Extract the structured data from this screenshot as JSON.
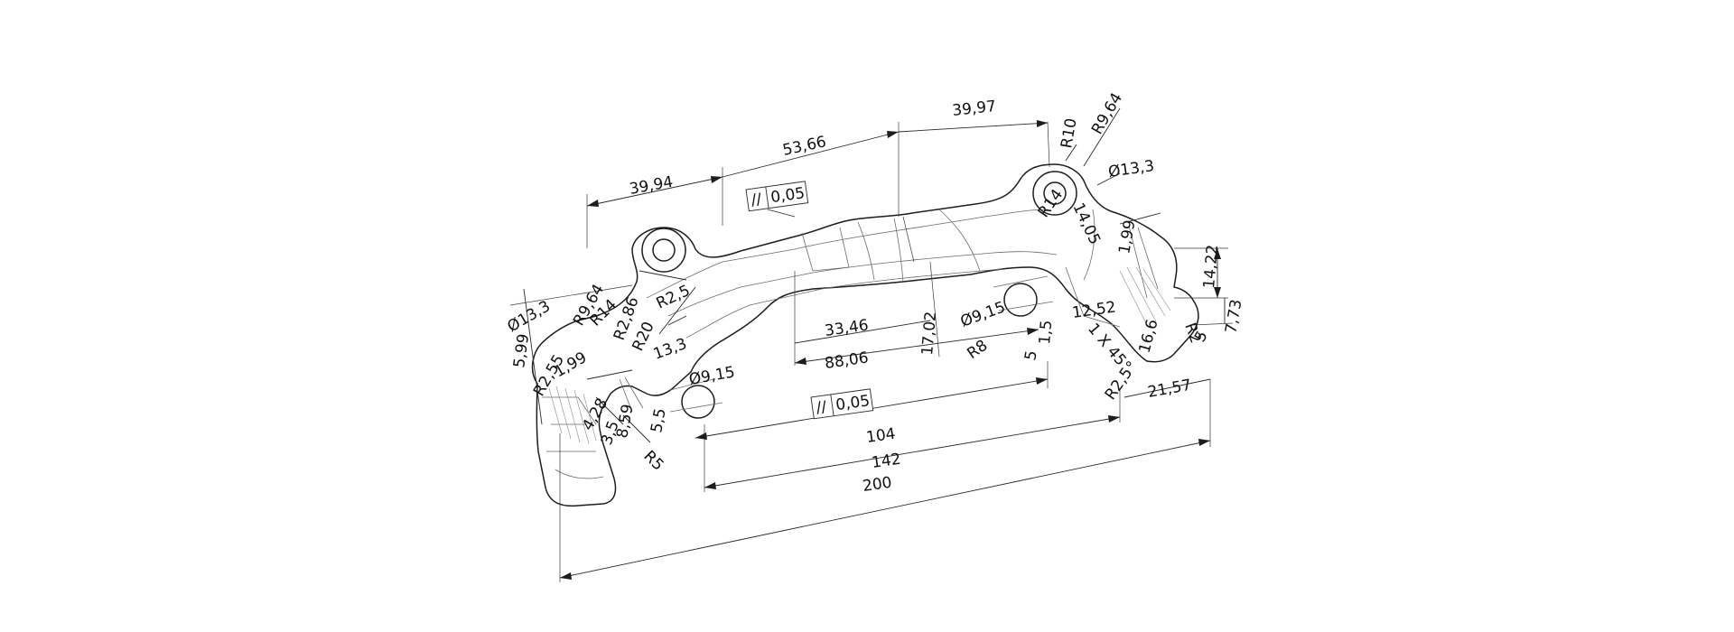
{
  "drawing": {
    "colors": {
      "line": "#1c1c1c",
      "background": "#ffffff"
    },
    "tolerances": [
      {
        "symbol": "//",
        "value": "0,05"
      },
      {
        "symbol": "//",
        "value": "0,05"
      }
    ],
    "dimensions": {
      "d_39_94": "39,94",
      "d_53_66": "53,66",
      "d_39_97": "39,97",
      "d_r10": "R10",
      "d_r9_64": "R9,64",
      "d_dia13_3_right": "Ø13,3",
      "d_r14_right": "R14",
      "d_14_05": "14,05",
      "d_1_99_right": "1,99",
      "d_14_22": "14,22",
      "d_7_73": "7,73",
      "d_12_52": "12,52",
      "d_16_6": "16,6",
      "d_r2_right": "R2",
      "d_5_right": "5",
      "d_1x45": "1 X 45°",
      "d_r2_5_right": "R2,5",
      "d_21_57": "21,57",
      "d_dia9_15_right": "Ø9,15",
      "d_r8": "R8",
      "d_1_5": "1,5",
      "d_5_5_right": "5",
      "d_17_02": "17,02",
      "d_33_46": "33,46",
      "d_88_06": "88,06",
      "d_104": "104",
      "d_142": "142",
      "d_200": "200",
      "d_dia9_15_left": "Ø9,15",
      "d_13_3": "13,3",
      "d_r20": "R20",
      "d_r2_86": "R2,86",
      "d_r2_5_left": "R2,5",
      "d_r9_64_left": "R9,64",
      "d_r14_left": "R14",
      "d_dia13_3_left": "Ø13,3",
      "d_5_99": "5,99",
      "d_r2_55": "R2,55",
      "d_1_99_left": "1,99",
      "d_4_28": "4,28",
      "d_8_59": "8,59",
      "d_5_5": "5,5",
      "d_3_5": "3,5",
      "d_r5": "R5"
    }
  }
}
